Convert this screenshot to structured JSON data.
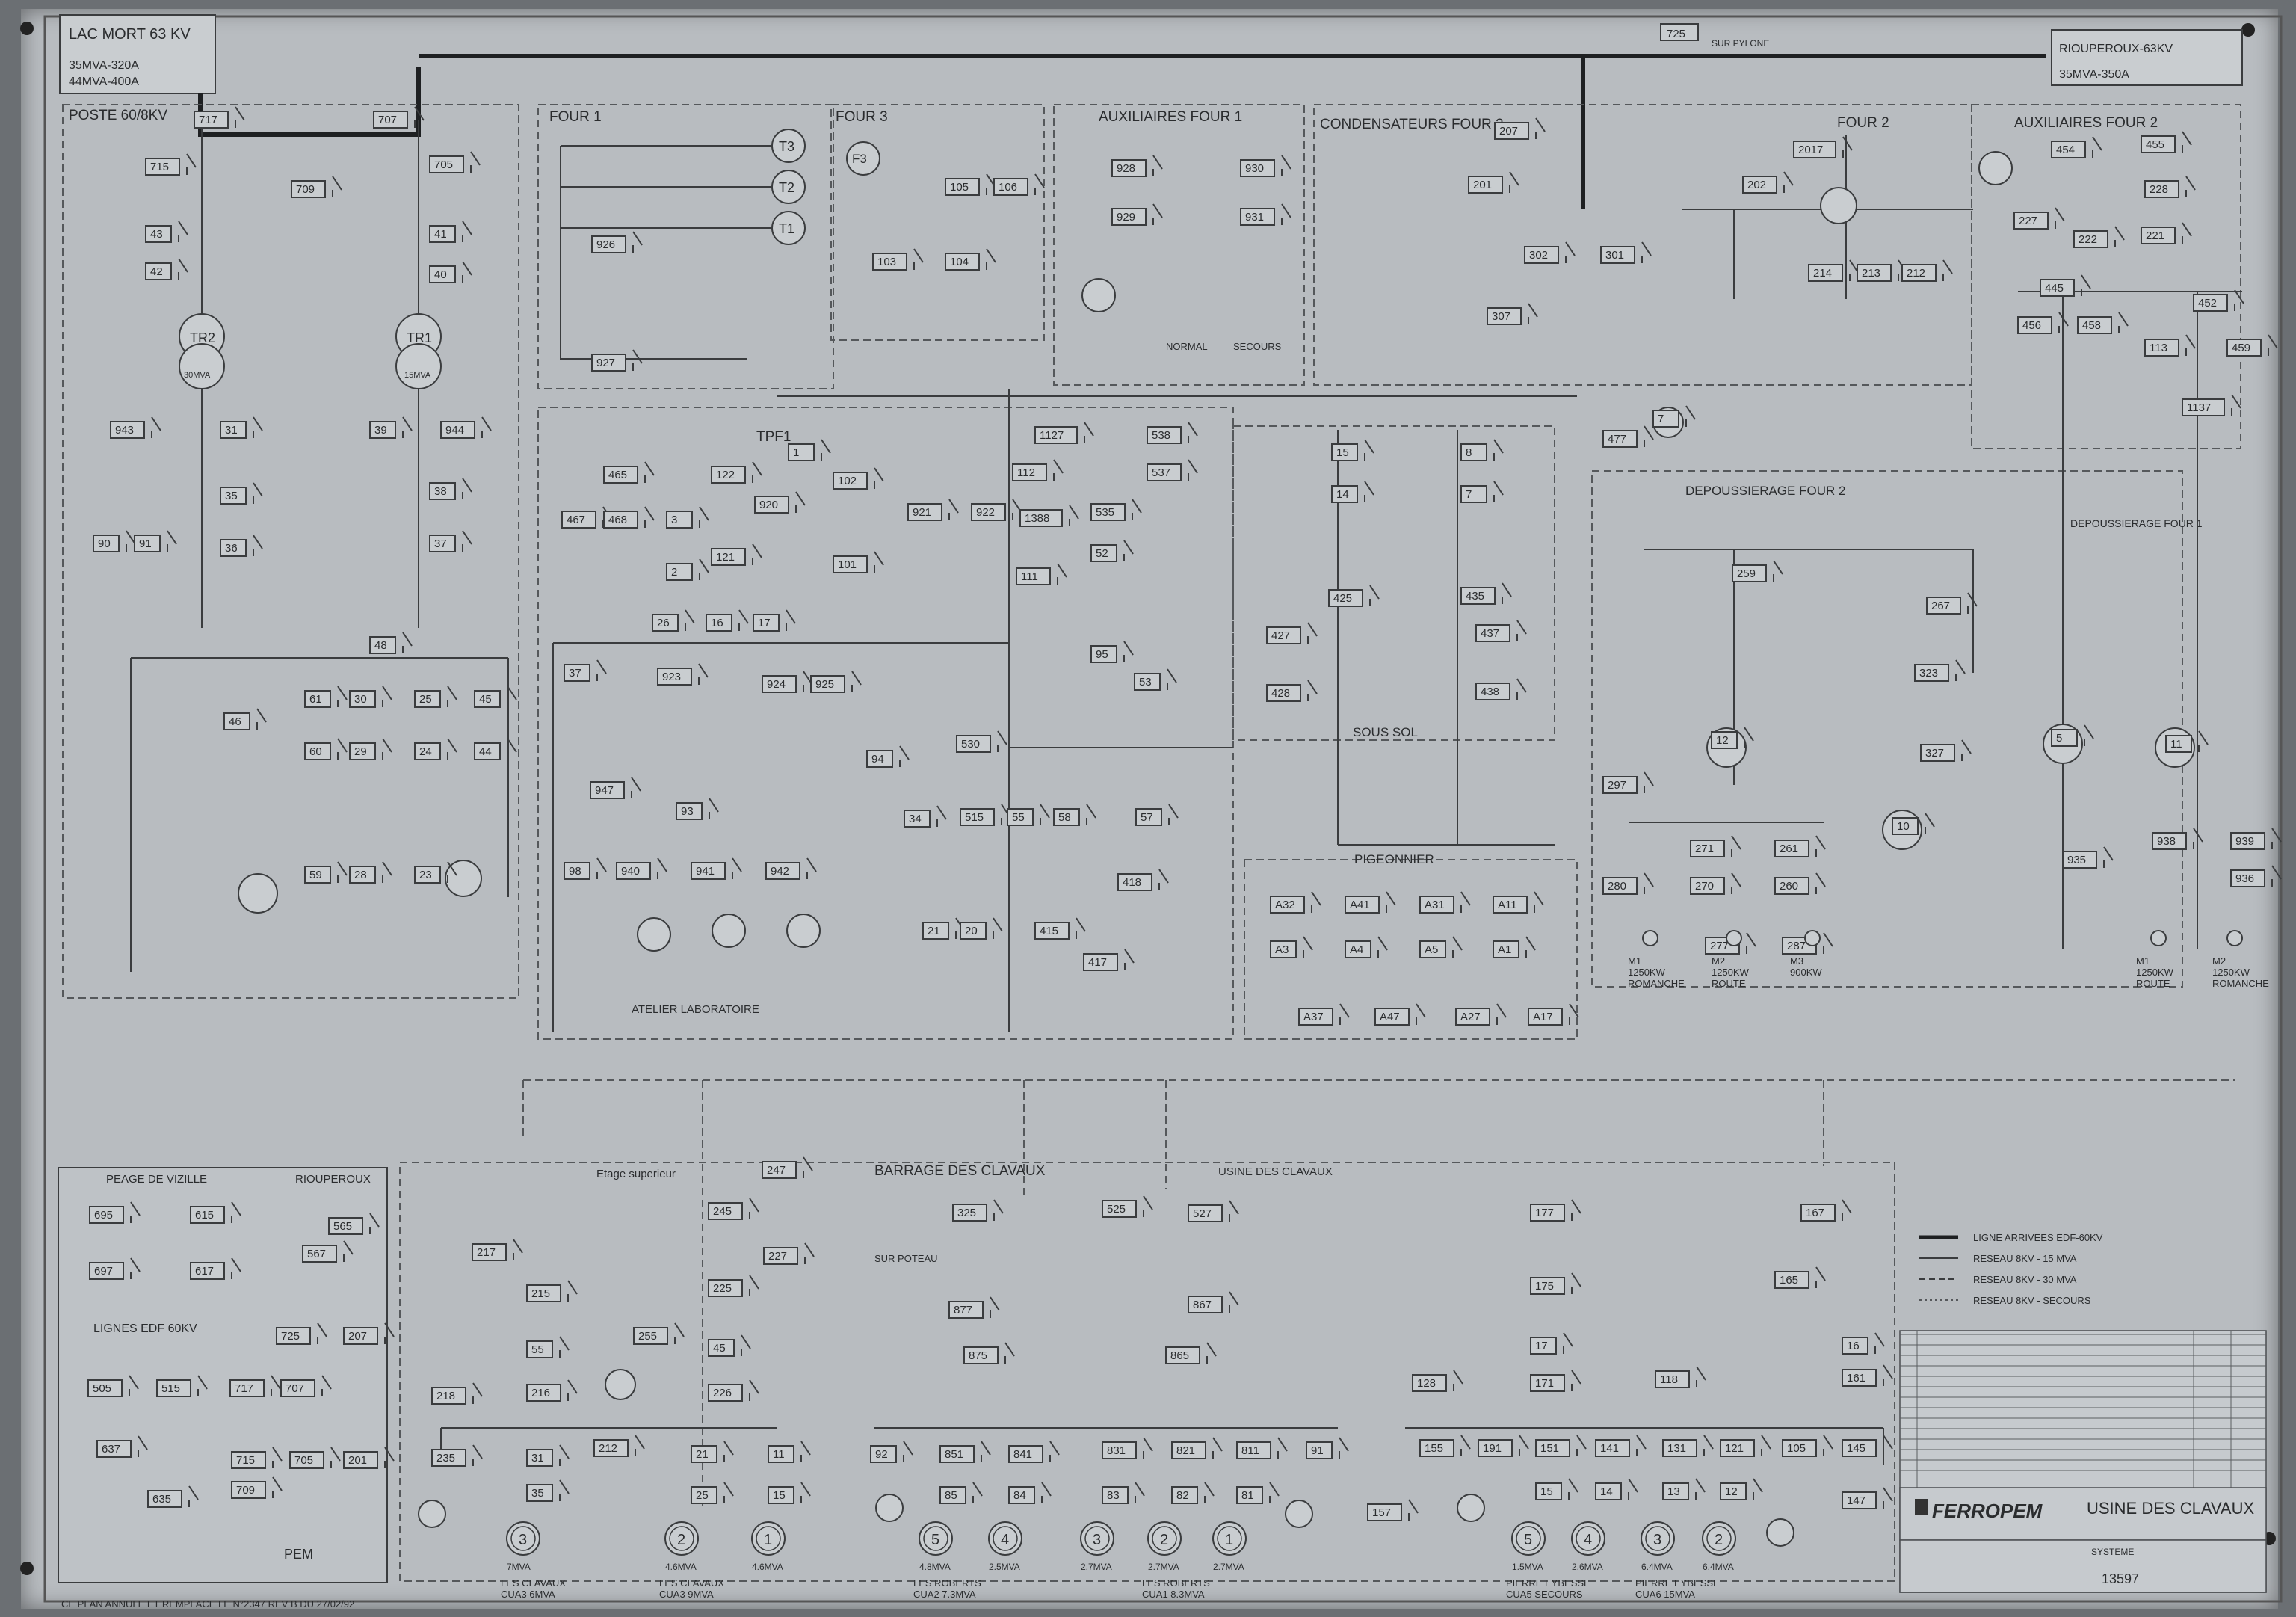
{
  "sections": {
    "lac_mort": {
      "title": "LAC MORT 63 KV",
      "rating_1": "35MVA-320A",
      "rating_2": "44MVA-400A"
    },
    "rioupéroux": {
      "title": "RIOUPEROUX-63KV",
      "rating": "35MVA-350A",
      "pylone": "SUR PYLONE",
      "switch": "725"
    },
    "poste": "POSTE 60/8KV",
    "four1": "FOUR 1",
    "four3": "FOUR 3",
    "aux_four1": "AUXILIAIRES FOUR 1",
    "condensateurs": "CONDENSATEURS FOUR 2",
    "four2": "FOUR 2",
    "aux_four2": "AUXILIAIRES FOUR 2",
    "tpf1": "TPF1",
    "sous_sol": "SOUS SOL",
    "pigeonnier": "PIGEONNIER",
    "atelier": "ATELIER LABORATOIRE",
    "depoussierage2": "DEPOUSSIERAGE FOUR 2",
    "depoussierage1": "DEPOUSSIERAGE FOUR 1",
    "peage": "PEAGE DE VIZILLE",
    "rioupéroux_low": "RIOUPEROUX",
    "lignes_edf": "LIGNES EDF 60KV",
    "pem": "PEM",
    "barrage": "BARRAGE DES CLAVAUX",
    "usine": "USINE DES CLAVAUX",
    "etage_sup": "Etage superieur",
    "sur_poteau": "SUR POTEAU",
    "normal": "NORMAL",
    "secours": "SECOURS"
  },
  "transformers": {
    "tr2": {
      "name": "TR2",
      "rating": "30MVA"
    },
    "tr1": {
      "name": "TR1",
      "rating": "15MVA"
    },
    "t3": "T3",
    "t2": "T2",
    "t1": "T1",
    "f3": "F3"
  },
  "switch_numbers": {
    "poste_left": [
      "717",
      "715",
      "43",
      "42",
      "31",
      "35",
      "36",
      "943",
      "90"
    ],
    "poste_right": [
      "707",
      "705",
      "41",
      "40",
      "39",
      "38",
      "37",
      "944",
      "91"
    ],
    "poste_mid": [
      "709",
      "48"
    ],
    "feeders": [
      "46",
      "61",
      "30",
      "25",
      "45",
      "60",
      "29",
      "24",
      "44",
      "59",
      "28",
      "23"
    ],
    "four1": [
      "926",
      "927"
    ],
    "four3": [
      "103",
      "104",
      "105",
      "106"
    ],
    "aux_four1": [
      "928",
      "929",
      "930",
      "931"
    ],
    "condensateurs": [
      "207",
      "201",
      "302",
      "301",
      "307"
    ],
    "four2": [
      "2017",
      "202",
      "214",
      "213",
      "212"
    ],
    "aux_four2": [
      "454",
      "455",
      "227",
      "228",
      "222",
      "221",
      "445",
      "456",
      "458",
      "452",
      "113",
      "459",
      "1137"
    ],
    "tpf1": [
      "465",
      "467",
      "468",
      "3",
      "2",
      "122",
      "121",
      "920",
      "1",
      "102",
      "101",
      "921",
      "922"
    ],
    "tpf1_right": [
      "1127",
      "112",
      "1388",
      "111",
      "538",
      "537",
      "535",
      "52",
      "95",
      "53"
    ],
    "tpf1_bottom": [
      "26",
      "16",
      "17",
      "37",
      "923",
      "924",
      "925"
    ],
    "sous_sol": [
      "15",
      "14",
      "425",
      "427",
      "428",
      "8",
      "7",
      "435",
      "437",
      "438"
    ],
    "condit": [
      "477",
      "7"
    ],
    "atelier": [
      "947",
      "93",
      "98",
      "940",
      "941",
      "942"
    ],
    "bottom_mid": [
      "94",
      "530",
      "34",
      "515",
      "55",
      "58",
      "57",
      "418",
      "21",
      "20",
      "415",
      "417"
    ],
    "pigeonnier": [
      "A32",
      "A41",
      "A31",
      "A11",
      "A3",
      "A4",
      "A5",
      "A1",
      "A37",
      "A47",
      "A27",
      "A17"
    ],
    "depoussierage": [
      "259",
      "297",
      "280",
      "271",
      "261",
      "270",
      "260",
      "277",
      "287",
      "10",
      "323",
      "327",
      "12",
      "267"
    ],
    "depoussierage1": [
      "5",
      "11",
      "935",
      "938",
      "939",
      "936"
    ],
    "lignes": [
      "695",
      "615",
      "565",
      "697",
      "617",
      "567",
      "725",
      "207",
      "505",
      "515",
      "717",
      "707",
      "637",
      "635",
      "715",
      "705",
      "201",
      "709"
    ],
    "clavaux6": [
      "217",
      "215",
      "55",
      "216",
      "218",
      "235",
      "31",
      "35"
    ],
    "clavaux9": [
      "247",
      "245",
      "227",
      "225",
      "255",
      "45",
      "226",
      "212",
      "21",
      "25",
      "11",
      "15"
    ],
    "barrage": [
      "325",
      "877",
      "875",
      "92",
      "851",
      "841",
      "85",
      "84"
    ],
    "usine": [
      "525",
      "527",
      "867",
      "865",
      "831",
      "821",
      "811",
      "91",
      "83",
      "82",
      "81"
    ],
    "pierre_secours": [
      "177",
      "175",
      "17",
      "171",
      "128",
      "155",
      "191",
      "151",
      "141",
      "157",
      "15",
      "14"
    ],
    "pierre": [
      "167",
      "165",
      "16",
      "161",
      "118",
      "131",
      "121",
      "105",
      "145",
      "147",
      "13",
      "12"
    ]
  },
  "bottom_labels": [
    {
      "l1": "LES CLAVAUX",
      "l2": "CUA3 6MVA",
      "mva": "7MVA"
    },
    {
      "l1": "LES CLAVAUX",
      "l2": "CUA3 9MVA",
      "mva": "4.6MVA"
    },
    {
      "l1": "",
      "l2": "",
      "mva": "4.6MVA"
    },
    {
      "l1": "LES ROBERTS",
      "l2": "CUA2 7.3MVA",
      "mva": "4.8MVA"
    },
    {
      "l1": "",
      "l2": "",
      "mva": "2.5MVA"
    },
    {
      "l1": "",
      "l2": "",
      "mva": "2.7MVA"
    },
    {
      "l1": "LES ROBERTS",
      "l2": "CUA1 8.3MVA",
      "mva": "2.7MVA"
    },
    {
      "l1": "",
      "l2": "",
      "mva": "2.7MVA"
    },
    {
      "l1": "PIERRE EYBESSE",
      "l2": "CUA5 SECOURS",
      "mva": "1.5MVA"
    },
    {
      "l1": "",
      "l2": "",
      "mva": "2.6MVA"
    },
    {
      "l1": "PIERRE EYBESSE",
      "l2": "CUA6 15MVA",
      "mva": "6.4MVA"
    },
    {
      "l1": "",
      "l2": "",
      "mva": "6.4MVA"
    }
  ],
  "motors": [
    {
      "n": "M1",
      "p": "1250KW",
      "s": "ROMANCHE"
    },
    {
      "n": "M2",
      "p": "1250KW",
      "s": "ROUTE"
    },
    {
      "n": "M3",
      "p": "900KW",
      "s": ""
    },
    {
      "n": "M1",
      "p": "1250KW",
      "s": "ROUTE"
    },
    {
      "n": "M2",
      "p": "1250KW",
      "s": "ROMANCHE"
    }
  ],
  "legend": [
    "LIGNE ARRIVEES EDF-60KV",
    "RESEAU 8KV - 15 MVA",
    "RESEAU 8KV - 30 MVA",
    "RESEAU 8KV - SECOURS"
  ],
  "title_block": {
    "company": "FERROPEM",
    "title": "USINE DES CLAVAUX",
    "number": "13597",
    "system": "SYSTEME"
  },
  "footer_note": "CE PLAN ANNULE ET REMPLACE LE N°2347 REV B DU 27/02/92",
  "colors": {
    "board": "#b8bcc0",
    "line": "#3a3c3e",
    "bus": "#1e2022"
  }
}
